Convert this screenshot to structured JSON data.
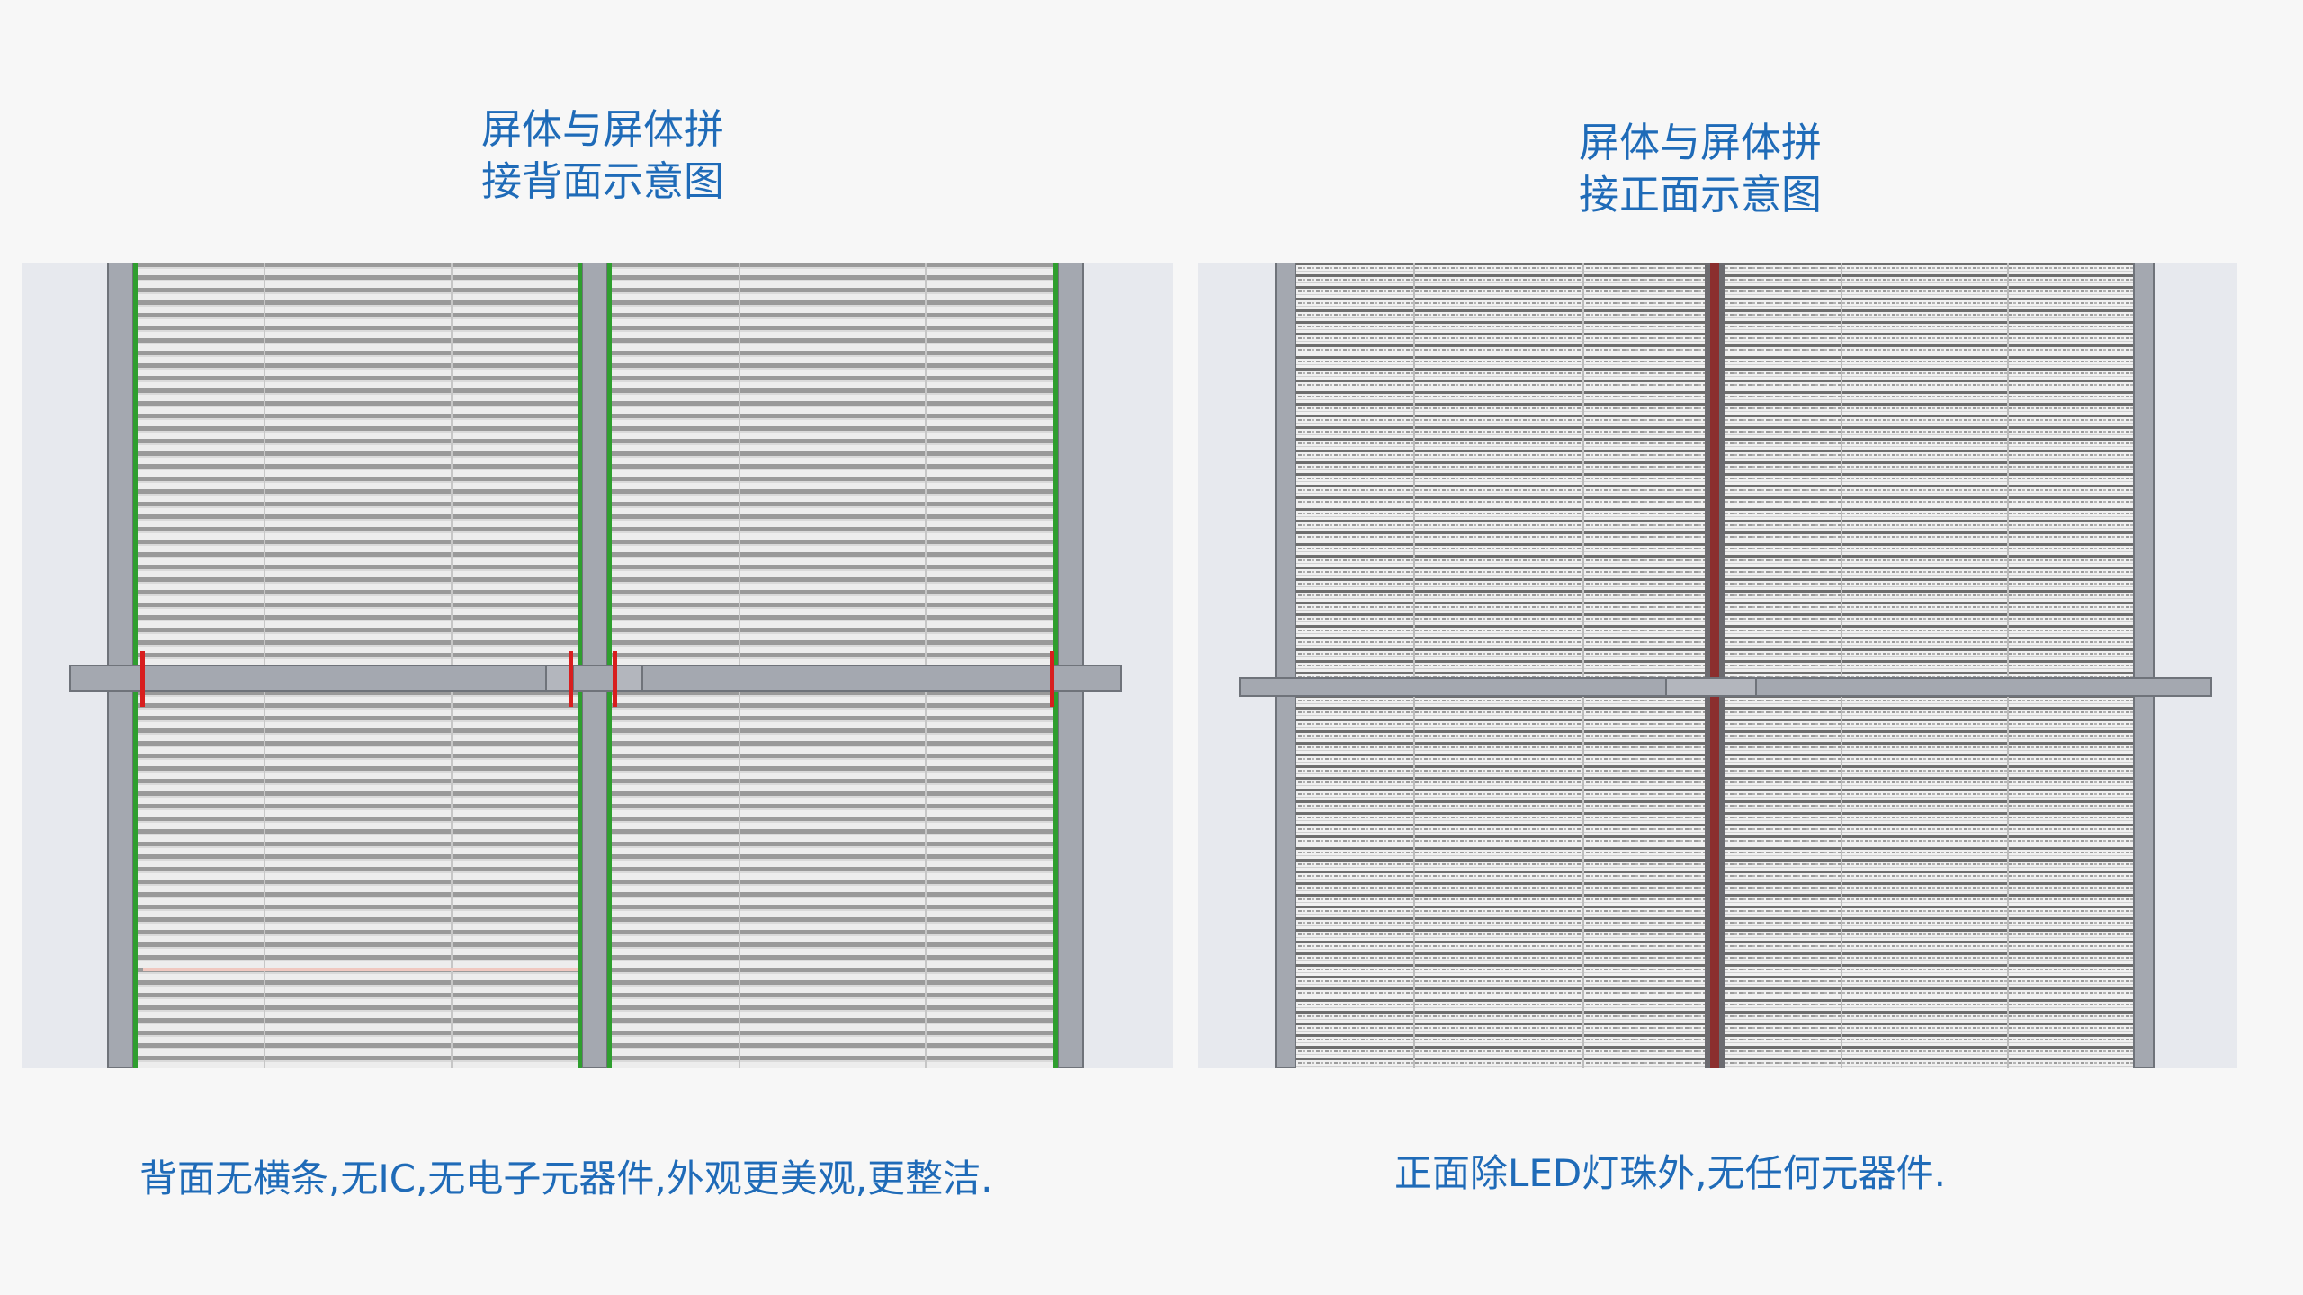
{
  "titles": {
    "back_line1": "屏体与屏体拼",
    "back_line2": "接背面示意图",
    "front_line1": "屏体与屏体拼",
    "front_line2": "接正面示意图"
  },
  "captions": {
    "back": "背面无横条,无IC,无电子元器件,外观更美观,更整洁.",
    "front": "正面除LED灯珠外,无任何元器件."
  },
  "colors": {
    "text": "#1f6bb8",
    "frame": "#a4a8b0",
    "panel_bg": "#e7e9ee",
    "rail_green": "#2f9e2f",
    "clip_red": "#d81e1e",
    "seam_red": "#8b2e2e"
  }
}
